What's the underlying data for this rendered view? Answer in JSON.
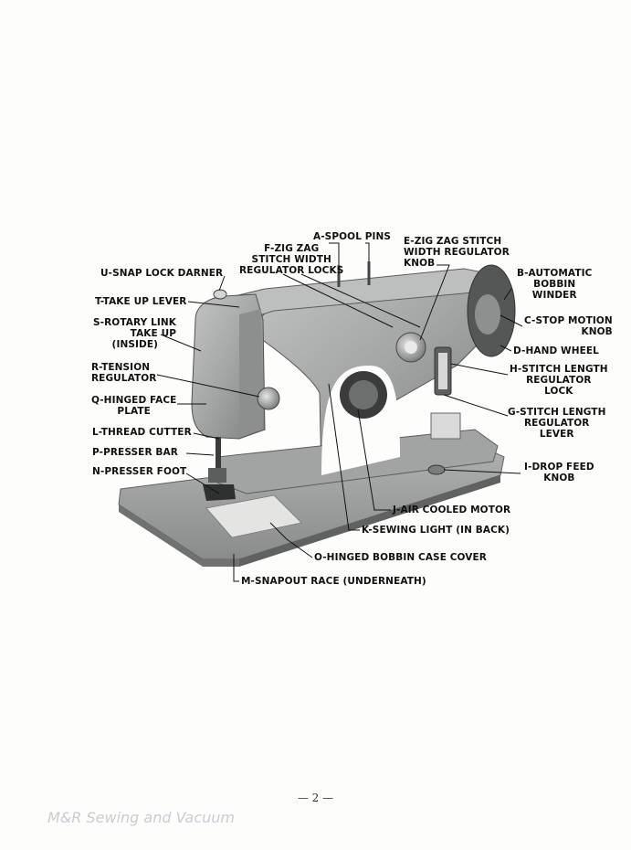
{
  "labels": {
    "a": "A-SPOOL PINS",
    "b": [
      "B-AUTOMATIC",
      "BOBBIN",
      "WINDER"
    ],
    "c": [
      "C-STOP MOTION",
      "KNOB"
    ],
    "d": "D-HAND WHEEL",
    "e": [
      "E-ZIG ZAG STITCH",
      "WIDTH REGULATOR",
      "KNOB"
    ],
    "f": [
      "F-ZIG ZAG",
      "STITCH WIDTH",
      "REGULATOR LOCKS"
    ],
    "g": [
      "G-STITCH LENGTH",
      "REGULATOR",
      "LEVER"
    ],
    "h": [
      "H-STITCH LENGTH",
      "REGULATOR",
      "LOCK"
    ],
    "i": [
      "I-DROP FEED",
      "KNOB"
    ],
    "j": "J-AIR COOLED MOTOR",
    "k": "K-SEWING LIGHT (IN BACK)",
    "l": "L-THREAD CUTTER",
    "m": "M-SNAPOUT RACE (UNDERNEATH)",
    "n": "N-PRESSER FOOT",
    "o": "O-HINGED BOBBIN CASE COVER",
    "p": "P-PRESSER BAR",
    "q": [
      "Q-HINGED FACE",
      "PLATE"
    ],
    "r": [
      "R-TENSION",
      "REGULATOR"
    ],
    "s": [
      "S-ROTARY LINK",
      "TAKE UP",
      "(INSIDE)"
    ],
    "t": "T-TAKE UP LEVER",
    "u": "U-SNAP LOCK DARNER"
  },
  "page_number": "— 2 —",
  "watermark": "M&R Sewing and Vacuum",
  "colors": {
    "background": "#fdfdfb",
    "machine_body": "#a7a9a8",
    "machine_shadow": "#6f7271",
    "base_plate": "#9c9e9d",
    "label_text": "#111111"
  }
}
